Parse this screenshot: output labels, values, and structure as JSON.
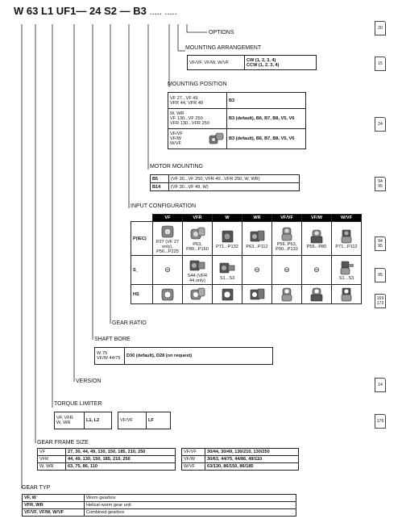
{
  "code": {
    "parts": [
      "W",
      "63",
      "L1",
      "UF1",
      "—",
      "24",
      "S2",
      "—",
      "B3"
    ],
    "dots1": ".....",
    "dots2": "....."
  },
  "options": {
    "label": "OPTIONS",
    "page": "20"
  },
  "mounting_arrangement": {
    "label": "MOUNTING ARRANGEMENT",
    "page": "15",
    "row": {
      "key": "VF/VF, VF/W, W/VF",
      "cw": "CW (1, 2, 3, 4)",
      "ccw": "CCW (1, 2, 3, 4)"
    }
  },
  "mounting_position": {
    "label": "MOUNTING POSITION",
    "page": "24",
    "rows": [
      {
        "key": [
          "VF 27...VF 49",
          "VFR 44, VFR 49"
        ],
        "value": "B3"
      },
      {
        "key": [
          "W, WR",
          "VF 130...VF 250",
          "VFR 130...VFR 250"
        ],
        "value": "B3 (default), B6, B7, B8, V5, V6"
      },
      {
        "key": [
          "VF/VF",
          "VF/W",
          "W/VF"
        ],
        "value": "B3 (default), B6, B7, B8, V5, V6"
      }
    ]
  },
  "motor_mounting": {
    "label": "MOTOR MOUNTING",
    "page": [
      "94",
      "95"
    ],
    "rows": [
      {
        "key": "B5",
        "value": "(VF 30...VF 250, VFR 49...VFR 250, W, WR)"
      },
      {
        "key": "B14",
        "value": "(VF 30...VF 49, W)"
      }
    ]
  },
  "input_configuration": {
    "label": "INPUT CONFIGURATION",
    "columns": [
      "VF",
      "VFR",
      "W",
      "WR",
      "VF/VF",
      "VF/W",
      "W/VF"
    ],
    "rows": [
      {
        "key": "P(IEC)",
        "page": [
          "94",
          "95"
        ],
        "cells": [
          "P27 (VF 27 only), P56...P225",
          "P63, P80...P160",
          "P71...P132",
          "P63...P112",
          "P56, P63, P90...P132",
          "P56...P80",
          "P71...P112"
        ]
      },
      {
        "key": "S_",
        "page": [
          "95"
        ],
        "cells": [
          "⊖",
          "S44 (VFR 44 only)",
          "S1...S3",
          "⊖",
          "⊖",
          "⊖",
          "S1...S3"
        ]
      },
      {
        "key": "HS",
        "page": [
          "169",
          "172"
        ],
        "cells": [
          "",
          "",
          "",
          "",
          "",
          "",
          ""
        ]
      }
    ]
  },
  "gear_ratio": {
    "label": "GEAR RATIO"
  },
  "shaft_bore": {
    "label": "SHAFT BORE",
    "key": [
      "W 75",
      "VF/W 44/75"
    ],
    "value": "D30 (default), D28 (on request)"
  },
  "version": {
    "label": "VERSION",
    "page": "14"
  },
  "torque_limiter": {
    "label": "TORQUE LIMITER",
    "page": "176",
    "key1": [
      "VF, VFR",
      "W, WR"
    ],
    "val1": "L1, L2",
    "key2": "VF/VF",
    "val2": "LF"
  },
  "gear_frame_size": {
    "label": "GEAR FRAME SIZE",
    "left": [
      {
        "key": "VF",
        "value": "27, 30, 44, 49, 130, 150, 185, 210, 250"
      },
      {
        "key": "VFR",
        "value": "44, 49, 130, 150, 185, 210, 250"
      },
      {
        "key": "W, WR",
        "value": "63, 75, 86, 110"
      }
    ],
    "right": [
      {
        "key": "VF/VF",
        "value": "30/44, 30/49, 130/210, 130/250"
      },
      {
        "key": "VF/W",
        "value": "30/63, 44/75, 44/86, 49/110"
      },
      {
        "key": "W/VF",
        "value": "63/130, 86/150, 86/185"
      }
    ]
  },
  "gear_typ": {
    "label": "GEAR TYP",
    "rows": [
      {
        "key": "VF, W",
        "value": "Worm gearbox"
      },
      {
        "key": "VFR, WR",
        "value": "Helical-worm gear unit"
      },
      {
        "key": "VF/VF, VF/W, W/VF",
        "value": "Combined gearbox"
      }
    ]
  }
}
